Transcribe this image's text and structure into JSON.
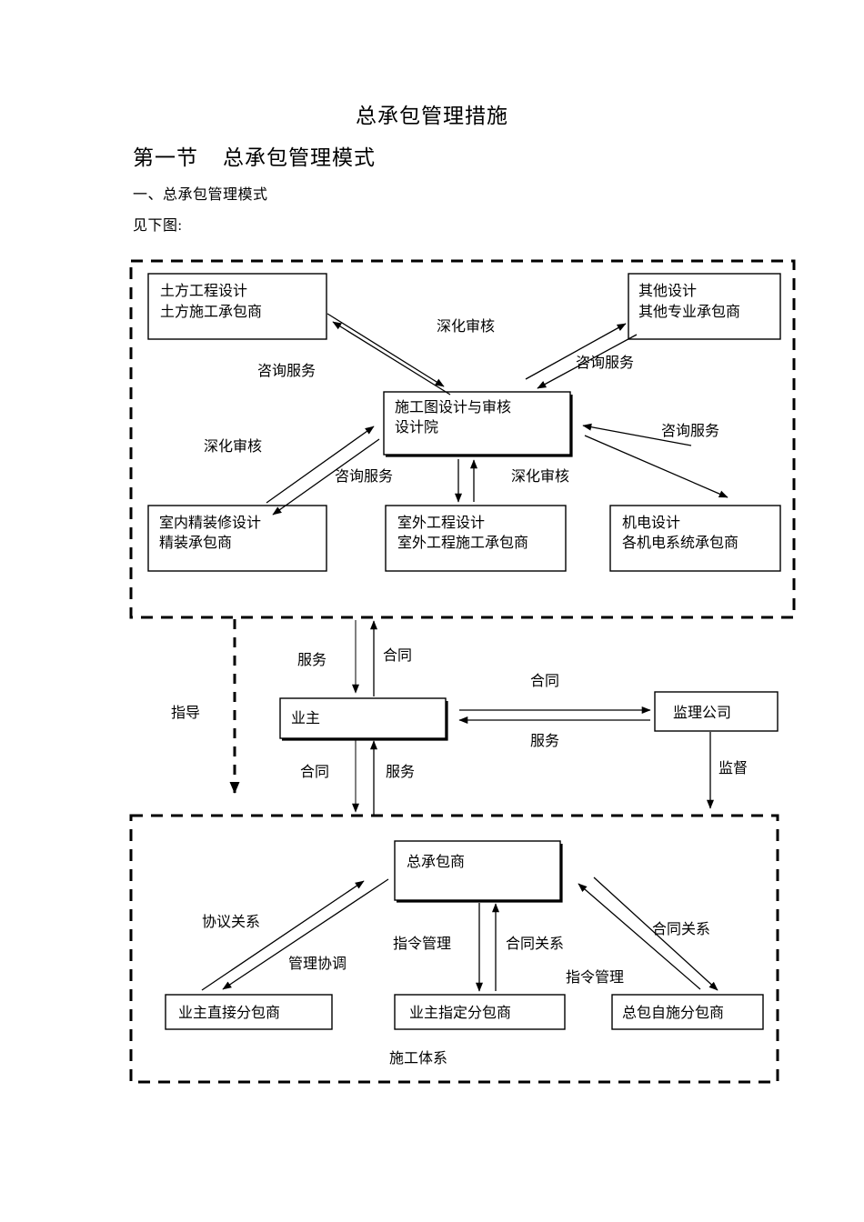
{
  "document": {
    "title": "总承包管理措施",
    "section_heading": "第一节    总承包管理模式",
    "sub_heading": "一、总承包管理模式",
    "see_below": "见下图:"
  },
  "diagram": {
    "design_group": {
      "boxes": {
        "earthwork": {
          "line1": "土方工程设计",
          "line2": "土方施工承包商"
        },
        "other": {
          "line1": "其他设计",
          "line2": "其他专业承包商"
        },
        "institute": {
          "line1": "施工图设计与审核",
          "line2": "设计院"
        },
        "interior": {
          "line1": "室内精装修设计",
          "line2": "精装承包商"
        },
        "exterior": {
          "line1": "室外工程设计",
          "line2": "室外工程施工承包商"
        },
        "mep": {
          "line1": "机电设计",
          "line2": "各机电系统承包商"
        }
      },
      "labels": {
        "deepen_review_top": "深化审核",
        "consult_left": "咨询服务",
        "consult_right": "咨询服务",
        "consult_far_right": "咨询服务",
        "deepen_review_left": "深化审核",
        "consult_bottom": "咨询服务",
        "deepen_review_bottom": "深化审核"
      }
    },
    "owner_group": {
      "boxes": {
        "owner": {
          "line1": "业主"
        },
        "supervisor": {
          "line1": "监理公司"
        }
      },
      "labels": {
        "service_top": "服务",
        "contract_top": "合同",
        "contract_bottom": "合同",
        "service_bottom": "服务",
        "contract_right": "合同",
        "service_right": "服务",
        "supervise": "监督",
        "guide": "指导"
      }
    },
    "contractor_group": {
      "boxes": {
        "general": {
          "line1": "总承包商"
        },
        "direct_sub": {
          "line1": "业主直接分包商"
        },
        "designated_sub": {
          "line1": "业主指定分包商"
        },
        "own_sub": {
          "line1": "总包自施分包商"
        }
      },
      "labels": {
        "agreement_relation": "协议关系",
        "manage_coordinate": "管理协调",
        "command_manage_left": "指令管理",
        "contract_relation_center": "合同关系",
        "contract_relation_right": "合同关系",
        "command_manage_right": "指令管理",
        "caption": "施工体系"
      }
    }
  }
}
